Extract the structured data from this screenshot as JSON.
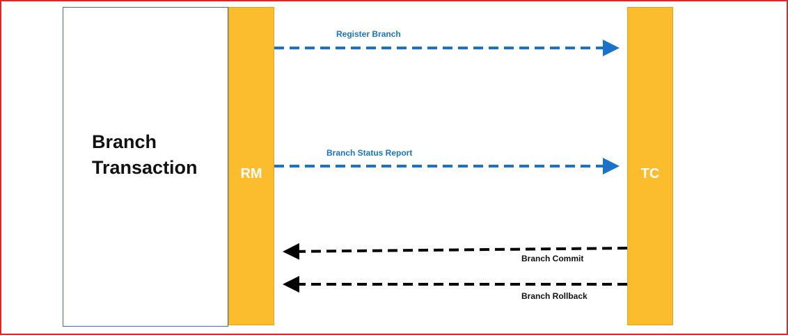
{
  "transaction": {
    "label": "Branch\nTransaction"
  },
  "rm": {
    "label": "RM"
  },
  "tc": {
    "label": "TC"
  },
  "messages": [
    {
      "label": "Register Branch",
      "direction": "RM→TC",
      "color": "#1a73c9"
    },
    {
      "label": "Branch Status Report",
      "direction": "RM→TC",
      "color": "#1a73c9"
    },
    {
      "label": "Branch Commit",
      "direction": "TC→RM",
      "color": "#000000"
    },
    {
      "label": "Branch Rollback",
      "direction": "TC→RM",
      "color": "#000000"
    }
  ],
  "colors": {
    "bar": "#fbbd2e",
    "frame": "#d9292b",
    "box_border": "#3b6fb6"
  }
}
